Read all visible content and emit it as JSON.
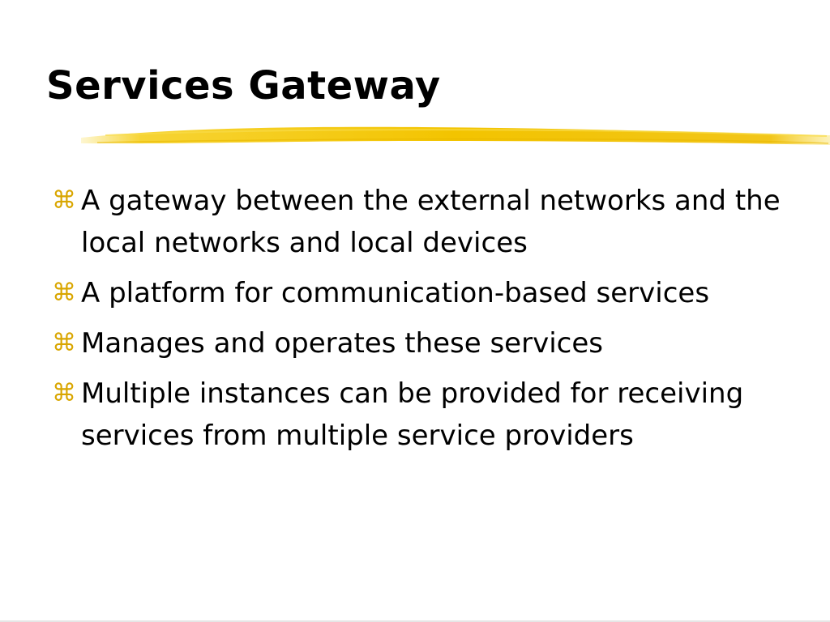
{
  "slide": {
    "title": "Services Gateway",
    "bullet_glyph": "⌘",
    "accent_color": "#F5C400",
    "bullets": [
      "A gateway between the external networks and the local networks and local devices",
      "A platform for communication-based services",
      "Manages and operates these services",
      "Multiple instances can be provided for receiving services from multiple service providers"
    ]
  }
}
